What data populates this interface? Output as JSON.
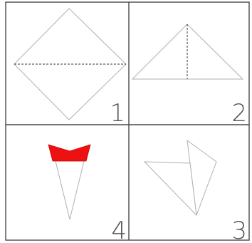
{
  "steps": [
    {
      "number": "1"
    },
    {
      "number": "2"
    },
    {
      "number": "3"
    },
    {
      "number": "4"
    }
  ],
  "colors": {
    "grid": "#4a4a4a",
    "outline": "#b0b0b0",
    "fold_line": "#333333",
    "accent_red": "#ee1111",
    "number": "#555555"
  }
}
